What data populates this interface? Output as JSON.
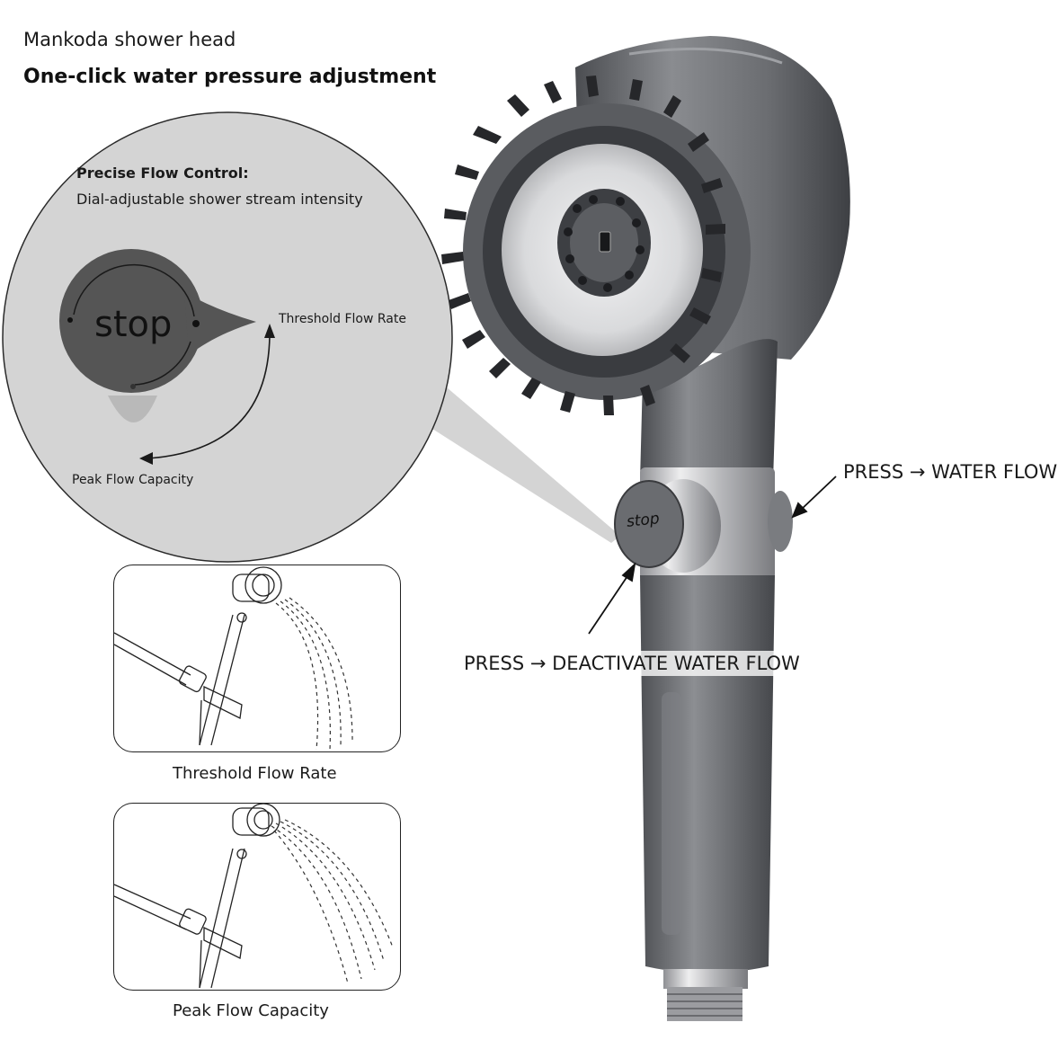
{
  "header": {
    "brand": "Mankoda shower head",
    "headline": "One-click water pressure adjustment"
  },
  "zoom_callout": {
    "title": "Precise Flow Control:",
    "description": "Dial-adjustable shower stream intensity",
    "dial_text": "stop",
    "threshold_label": "Threshold Flow Rate",
    "peak_label": "Peak Flow Capacity"
  },
  "product": {
    "button_text": "stop",
    "press_water": "PRESS → WATER FLOW",
    "press_deactivate": "PRESS → DEACTIVATE WATER FLOW"
  },
  "panels": [
    {
      "caption": "Threshold Flow Rate"
    },
    {
      "caption": "Peak Flow Capacity"
    }
  ],
  "colors": {
    "zoom_bg": "#d4d4d4",
    "dial": "#555555",
    "body_metal": "#6e7074",
    "chrome": "#c8c9cc",
    "nozzle": "#2a2b2e"
  },
  "icons": [
    "arrow-pointer-icon",
    "rotation-arrow-icon",
    "water-drop-icon"
  ]
}
